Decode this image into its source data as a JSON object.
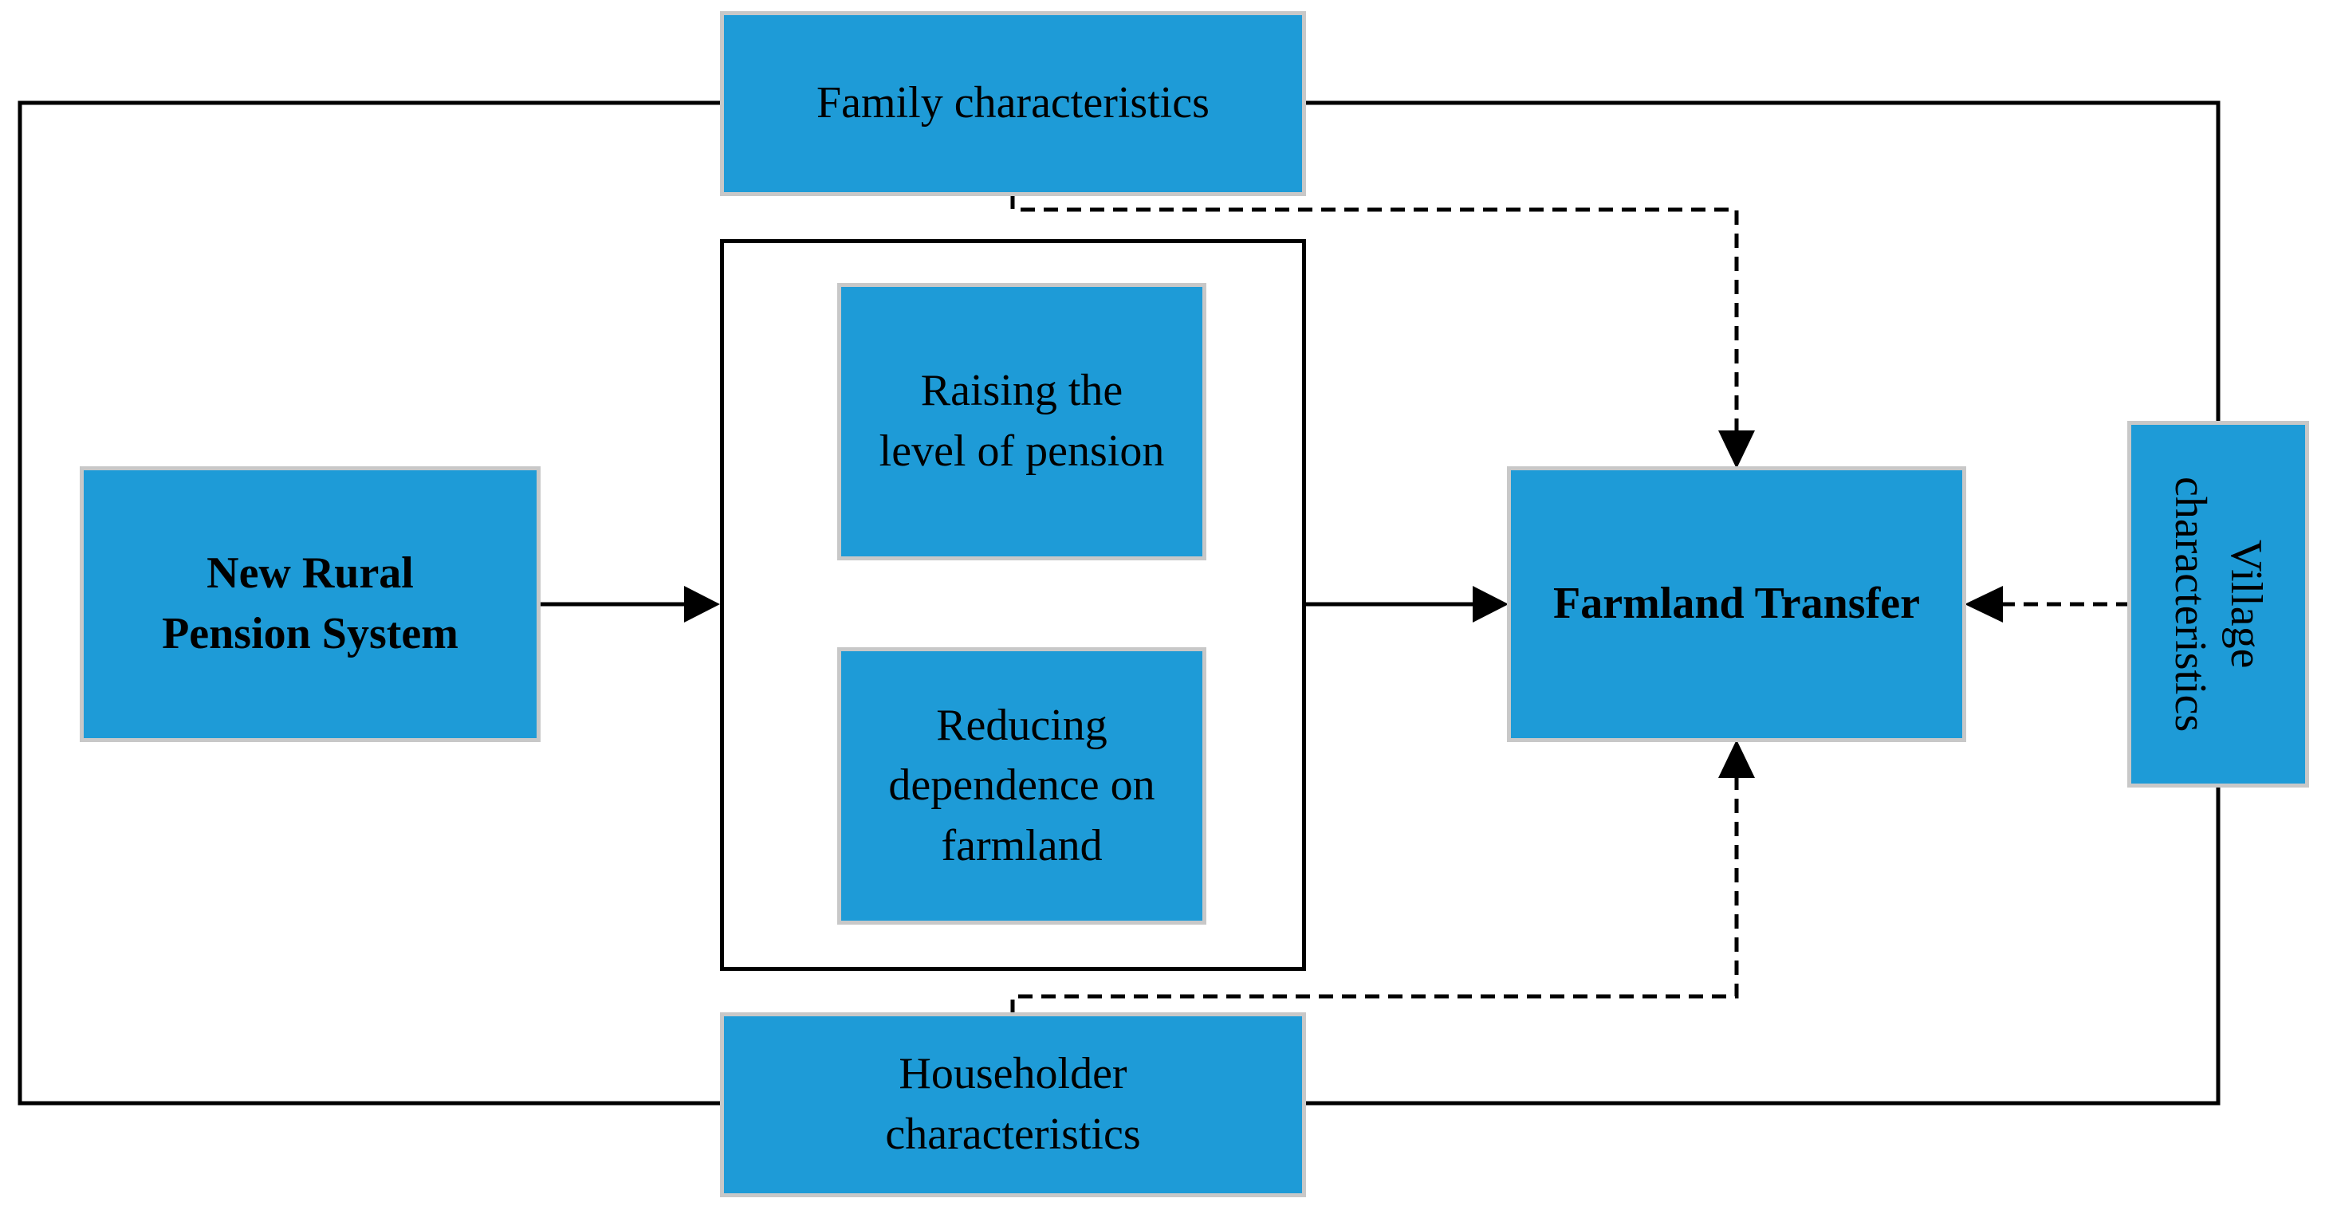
{
  "nodes": {
    "family": {
      "label": "Family characteristics"
    },
    "pension_system": {
      "line1": "New Rural",
      "line2": "Pension System"
    },
    "raising": {
      "line1": "Raising the",
      "line2": "level of pension"
    },
    "reducing": {
      "line1": "Reducing",
      "line2": "dependence on",
      "line3": "farmland"
    },
    "farmland": {
      "label": "Farmland Transfer"
    },
    "village": {
      "line1": "Village",
      "line2": "characteristics"
    },
    "householder": {
      "line1": "Householder",
      "line2": "characteristics"
    }
  },
  "colors": {
    "node_fill": "#1e9bd7",
    "node_border": "#c8c8c8",
    "line": "#000000",
    "text": "#000000"
  }
}
